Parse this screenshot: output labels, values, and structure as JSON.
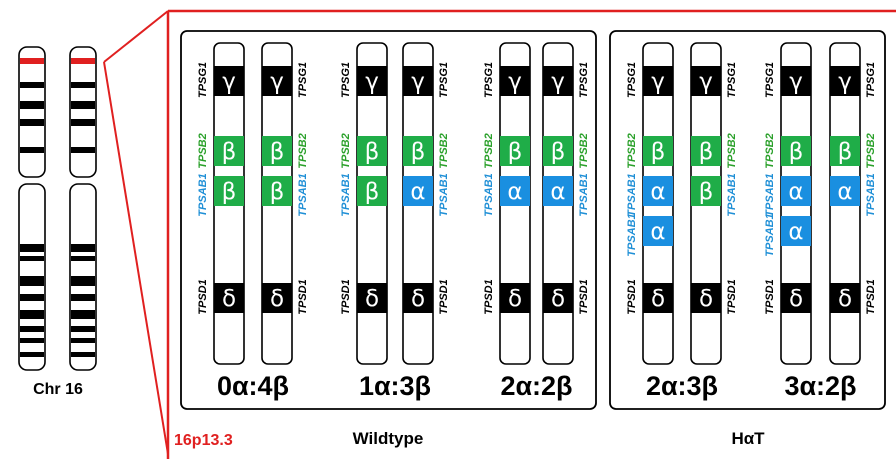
{
  "chromosome_label": "Chr 16",
  "region_label": "16p13.3",
  "group_labels": {
    "wildtype": "Wildtype",
    "hat": "HαT"
  },
  "ratios": [
    "0α:4β",
    "1α:3β",
    "2α:2β",
    "2α:3β",
    "3α:2β"
  ],
  "genes": {
    "gamma": "TPSG1",
    "beta": "TPSB2",
    "alpha_beta": "TPSAB1",
    "delta": "TPSD1"
  },
  "glyphs": {
    "gamma": "γ",
    "beta": "β",
    "alpha": "α",
    "delta": "δ"
  },
  "colors": {
    "gamma": "#000000",
    "beta": "#1fad48",
    "alpha": "#1a8fe0",
    "delta": "#000000",
    "region": "#e02020",
    "gene_beta_label": "#2aa02a",
    "gene_alpha_label": "#1f8fd6"
  },
  "wildtype_genotypes": [
    [
      [
        "beta",
        "beta"
      ],
      [
        "beta",
        "beta"
      ]
    ],
    [
      [
        "beta",
        "beta"
      ],
      [
        "beta",
        "alpha"
      ]
    ],
    [
      [
        "beta",
        "alpha"
      ],
      [
        "beta",
        "alpha"
      ]
    ]
  ],
  "hat_genotypes": [
    [
      [
        "beta",
        "alpha",
        "alpha"
      ],
      [
        "beta",
        "beta"
      ]
    ],
    [
      [
        "beta",
        "alpha",
        "alpha"
      ],
      [
        "beta",
        "alpha"
      ]
    ]
  ]
}
